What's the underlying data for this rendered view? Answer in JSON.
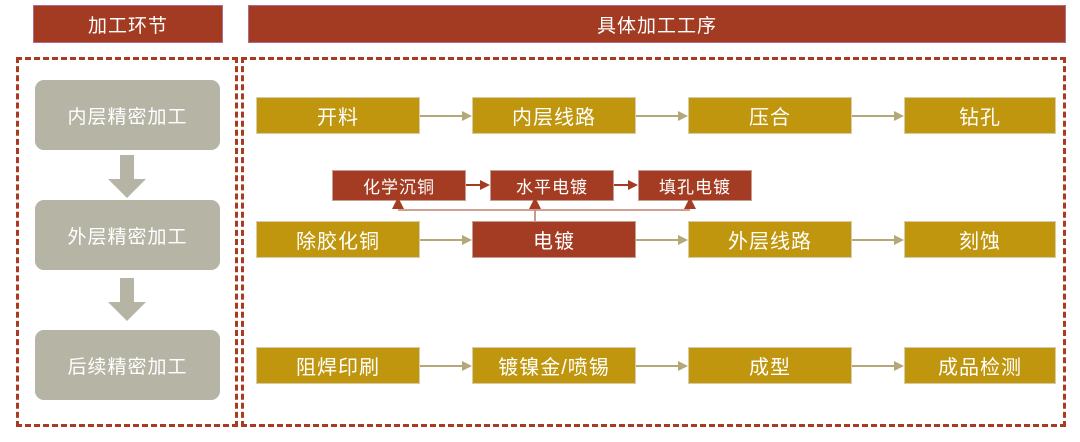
{
  "headers": {
    "left": "加工环节",
    "right": "具体加工工序"
  },
  "colors": {
    "header_red": "#A33A22",
    "box_gold": "#BF960D",
    "box_red": "#A33C22",
    "stage_gray": "#B5B4A5",
    "dashed_border": "#A93B22",
    "connector": "#B5A878"
  },
  "stages": [
    {
      "label": "内层精密加工"
    },
    {
      "label": "外层精密加工"
    },
    {
      "label": "后续精密加工"
    }
  ],
  "rows": [
    {
      "name": "inner-layer-row",
      "steps": [
        {
          "label": "开料",
          "color": "gold"
        },
        {
          "label": "内层线路",
          "color": "gold"
        },
        {
          "label": "压合",
          "color": "gold"
        },
        {
          "label": "钻孔",
          "color": "gold"
        }
      ]
    },
    {
      "name": "plating-detail-row",
      "steps": [
        {
          "label": "化学沉铜",
          "color": "red"
        },
        {
          "label": "水平电镀",
          "color": "red"
        },
        {
          "label": "填孔电镀",
          "color": "red"
        }
      ]
    },
    {
      "name": "outer-layer-row",
      "steps": [
        {
          "label": "除胶化铜",
          "color": "gold"
        },
        {
          "label": "电镀",
          "color": "red"
        },
        {
          "label": "外层线路",
          "color": "gold"
        },
        {
          "label": "刻蚀",
          "color": "gold"
        }
      ]
    },
    {
      "name": "finishing-row",
      "steps": [
        {
          "label": "阻焊印刷",
          "color": "gold"
        },
        {
          "label": "镀镍金/喷锡",
          "color": "gold"
        },
        {
          "label": "成型",
          "color": "gold"
        },
        {
          "label": "成品检测",
          "color": "gold"
        }
      ]
    }
  ]
}
